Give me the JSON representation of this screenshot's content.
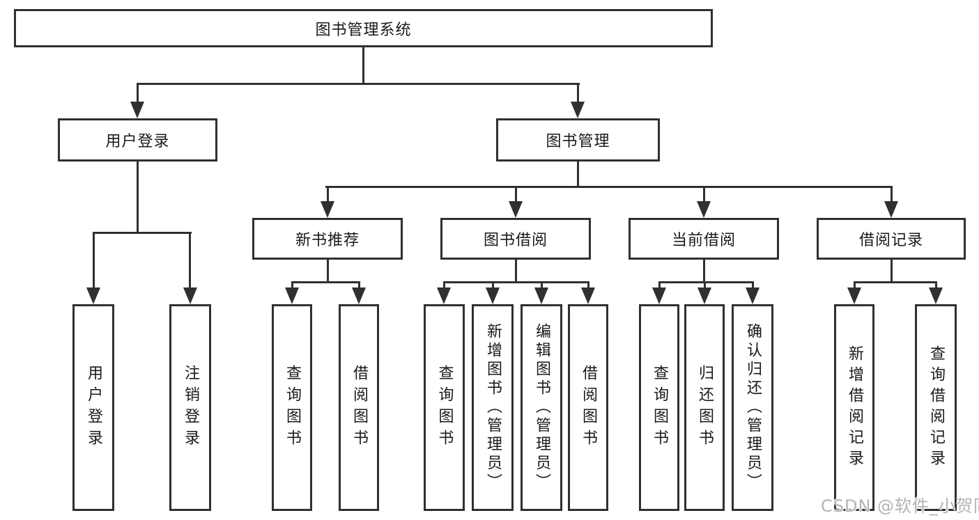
{
  "colors": {
    "line": "#303030",
    "text": "#1a1a1a",
    "background": "#ffffff",
    "watermark": "#b3b3b3"
  },
  "watermark": {
    "text": "CSDN @软件_小贺同学"
  },
  "nodes": {
    "root": {
      "label": "图书管理系统"
    },
    "user_login": {
      "label": "用户登录"
    },
    "book_management": {
      "label": "图书管理"
    },
    "new_book_recommend": {
      "label": "新书推荐"
    },
    "book_borrow": {
      "label": "图书借阅"
    },
    "current_borrow": {
      "label": "当前借阅"
    },
    "borrow_records": {
      "label": "借阅记录"
    }
  },
  "leaves": {
    "user_login": [
      "用户登录",
      "注销登录"
    ],
    "new_book_recommend": [
      "查询图书",
      "借阅图书"
    ],
    "book_borrow": [
      "查询图书",
      "新增图书（管理员）",
      "编辑图书（管理员）",
      "借阅图书"
    ],
    "current_borrow": [
      "查询图书",
      "归还图书",
      "确认归还（管理员）"
    ],
    "borrow_records": [
      "新增借阅记录",
      "查询借阅记录"
    ]
  },
  "tree": {
    "root": "图书管理系统",
    "children": [
      {
        "label": "用户登录",
        "children": [
          "用户登录",
          "注销登录"
        ]
      },
      {
        "label": "图书管理",
        "children": [
          {
            "label": "新书推荐",
            "children": [
              "查询图书",
              "借阅图书"
            ]
          },
          {
            "label": "图书借阅",
            "children": [
              "查询图书",
              "新增图书（管理员）",
              "编辑图书（管理员）",
              "借阅图书"
            ]
          },
          {
            "label": "当前借阅",
            "children": [
              "查询图书",
              "归还图书",
              "确认归还（管理员）"
            ]
          },
          {
            "label": "借阅记录",
            "children": [
              "新增借阅记录",
              "查询借阅记录"
            ]
          }
        ]
      }
    ]
  }
}
